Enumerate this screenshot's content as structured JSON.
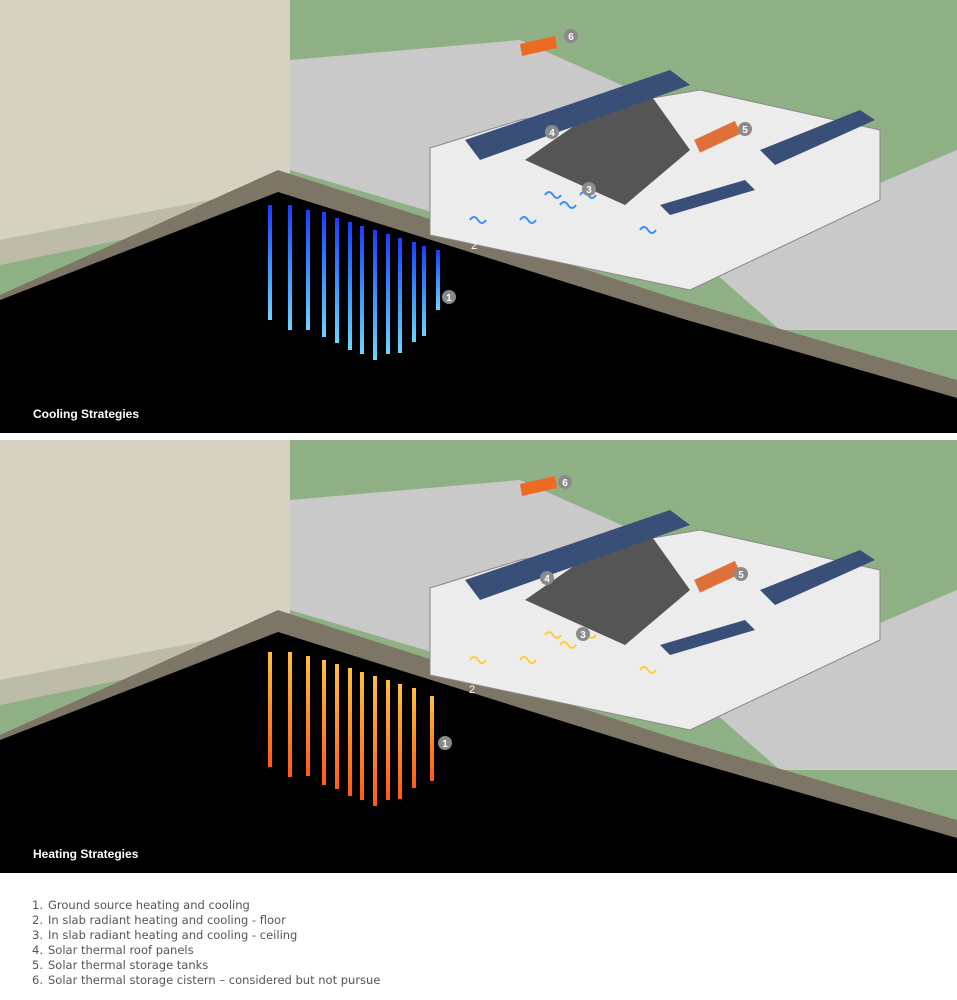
{
  "panels": [
    {
      "id": "cooling",
      "title": "Cooling Strategies",
      "well_gradient": [
        "#1a3cff",
        "#3fa0ff",
        "#6fd4ff"
      ],
      "wave_color": "#3a8cff"
    },
    {
      "id": "heating",
      "title": "Heating Strategies",
      "well_gradient": [
        "#ff5a1a",
        "#ff8c2a",
        "#ffc040"
      ],
      "wave_color": "#ffcc33"
    }
  ],
  "badges": [
    "1",
    "2",
    "3",
    "4",
    "5",
    "6"
  ],
  "legend": [
    {
      "num": "1.",
      "text": "Ground source heating and cooling"
    },
    {
      "num": "2.",
      "text": "In slab radiant heating and cooling - floor"
    },
    {
      "num": "3.",
      "text": "In slab radiant heating and cooling - ceiling"
    },
    {
      "num": "4.",
      "text": "Solar thermal roof panels"
    },
    {
      "num": "5.",
      "text": "Solar thermal storage tanks"
    },
    {
      "num": "6.",
      "text": "Solar thermal storage cistern – considered but not pursue"
    }
  ],
  "colors": {
    "grass": "#8fb084",
    "parking": "#c9c9c9",
    "ground_cut": "#7d7667",
    "earth": "#000000",
    "neighbor_building": "#d6d2c2",
    "cistern": "#ee6a22",
    "badge": "#8a8a8a"
  }
}
